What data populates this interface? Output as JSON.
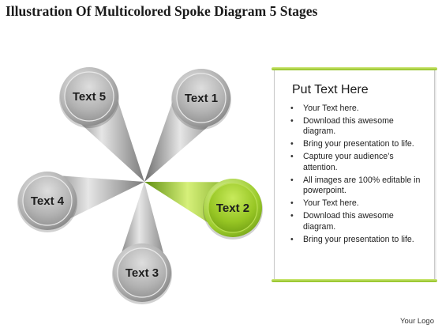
{
  "title": "Illustration Of Multicolored Spoke Diagram 5 Stages",
  "spokes": [
    {
      "label": "Text 1",
      "highlight": false
    },
    {
      "label": "Text 2",
      "highlight": true
    },
    {
      "label": "Text 3",
      "highlight": false
    },
    {
      "label": "Text 4",
      "highlight": false
    },
    {
      "label": "Text 5",
      "highlight": false
    }
  ],
  "colors": {
    "spoke_gray": "#9a9a9a",
    "spoke_green": "#8fc021",
    "panel_accent": "#8fc021"
  },
  "panel": {
    "heading": "Put Text Here",
    "bullets": [
      "Your Text here.",
      "Download this awesome diagram.",
      "Bring your presentation to life.",
      "Capture your audience’s attention.",
      "All images are 100% editable in powerpoint.",
      "Your Text here.",
      "Download this awesome diagram.",
      "Bring your presentation to life."
    ]
  },
  "logo": "Your Logo"
}
